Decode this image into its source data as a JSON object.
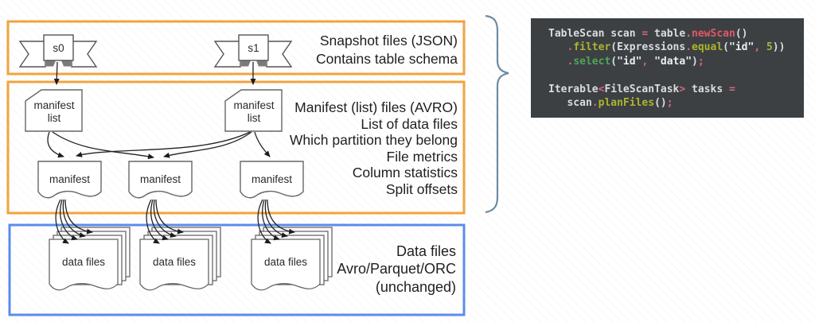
{
  "colors": {
    "snapshot_box_border": "#F2A33C",
    "manifest_box_border": "#F2A33C",
    "data_box_border": "#5B8CEC",
    "brace": "#6B8BA3",
    "code_background": "#3C4043",
    "code_operator": "#D4687A",
    "code_method_red": "#E25767",
    "code_method_olive": "#ADB42E",
    "code_method_green": "#4FA557"
  },
  "diagram": {
    "snapshot_box": {
      "lines": [
        "Snapshot files (JSON)",
        "Contains table schema"
      ]
    },
    "manifest_box": {
      "lines": [
        "Manifest (list) files (AVRO)",
        "List of data files",
        "Which partition they belong",
        "File metrics",
        "Column statistics",
        "Split offsets"
      ]
    },
    "data_box": {
      "lines": [
        "Data files",
        "Avro/Parquet/ORC",
        "(unchanged)"
      ]
    },
    "nodes": {
      "s0": "s0",
      "s1": "s1",
      "manifest_list_line1": "manifest",
      "manifest_list_line2": "list",
      "manifest": "manifest",
      "data_files": "data files"
    }
  },
  "code": {
    "lines": [
      [
        [
          "t",
          "TableScan scan "
        ],
        [
          "o",
          "="
        ],
        [
          "t",
          " table"
        ],
        [
          "o",
          "."
        ],
        [
          "r",
          "newScan"
        ],
        [
          "t",
          "()"
        ]
      ],
      [
        [
          "t",
          "   "
        ],
        [
          "o",
          "."
        ],
        [
          "y",
          "filter"
        ],
        [
          "t",
          "(Expressions"
        ],
        [
          "o",
          "."
        ],
        [
          "y",
          "equal"
        ],
        [
          "t",
          "("
        ],
        [
          "s",
          "\"id\""
        ],
        [
          "o",
          ","
        ],
        [
          "t",
          " "
        ],
        [
          "n",
          "5"
        ],
        [
          "t",
          "))"
        ]
      ],
      [
        [
          "t",
          "   "
        ],
        [
          "o",
          "."
        ],
        [
          "g",
          "select"
        ],
        [
          "t",
          "("
        ],
        [
          "s",
          "\"id\""
        ],
        [
          "o",
          ","
        ],
        [
          "t",
          " "
        ],
        [
          "s",
          "\"data\""
        ],
        [
          "t",
          ")"
        ],
        [
          "o",
          ";"
        ]
      ],
      [],
      [
        [
          "t",
          "Iterable"
        ],
        [
          "o",
          "<"
        ],
        [
          "t",
          "FileScanTask"
        ],
        [
          "o",
          ">"
        ],
        [
          "t",
          " tasks "
        ],
        [
          "o",
          "="
        ]
      ],
      [
        [
          "t",
          "   scan"
        ],
        [
          "o",
          "."
        ],
        [
          "y",
          "planFiles"
        ],
        [
          "t",
          "()"
        ],
        [
          "o",
          ";"
        ]
      ]
    ]
  }
}
